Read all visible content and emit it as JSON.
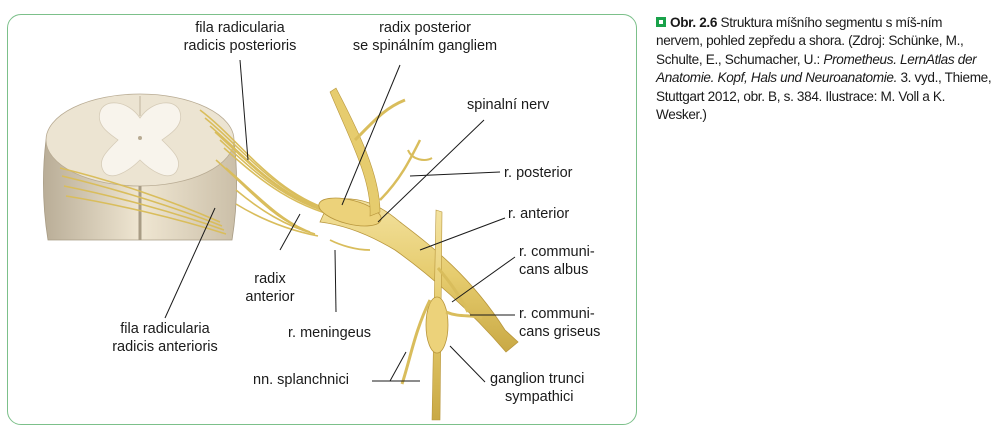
{
  "figure": {
    "labels": {
      "fila_posterior_1": "fila radicularia",
      "fila_posterior_2": "radicis posterioris",
      "radix_posterior_1": "radix posterior",
      "radix_posterior_2": "se spinálním gangliem",
      "spinalni_nerv": "spinalní nerv",
      "r_posterior": "r. posterior",
      "r_anterior": "r. anterior",
      "comm_albus_1": "r. communi-",
      "comm_albus_2": "cans albus",
      "comm_griseus_1": "r. communi-",
      "comm_griseus_2": "cans griseus",
      "radix_anterior_1": "radix",
      "radix_anterior_2": "anterior",
      "r_meningeus": "r. meningeus",
      "fila_anterior_1": "fila radicularia",
      "fila_anterior_2": "radicis anterioris",
      "splanchnici": "nn. splanchnici",
      "ganglion_1": "ganglion trunci",
      "ganglion_2": "sympathici"
    }
  },
  "caption": {
    "fig_number": "Obr. 2.6",
    "text_1": " Struktura míšního segmentu s míš-ním nervem, pohled zepředu a shora. (Zdroj: Schünke, M., Schulte, E., Schumacher, U.: ",
    "text_italic": "Prometheus. LernAtlas der Anatomie. Kopf, Hals und Neuroanatomie.",
    "text_2": " 3. vyd., Thieme, Stuttgart 2012, obr. B, s. 384. Ilustrace: M. Voll a K. Wesker.)"
  },
  "colors": {
    "frame": "#7cc08a",
    "bullet": "#19a24a",
    "nerve": "#e8d17a",
    "nerve_dark": "#c9a945",
    "white_matter": "#ece4d2",
    "grey_matter": "#f7f3ea"
  }
}
